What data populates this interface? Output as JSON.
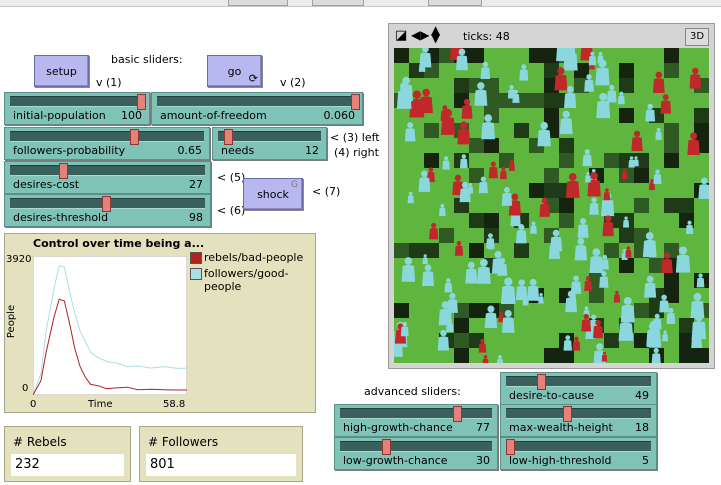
{
  "buttons": {
    "setup": "setup",
    "go": "go",
    "shock": "shock",
    "shock_key": "G",
    "three_d": "3D"
  },
  "labels": {
    "basic_sliders": "basic sliders:",
    "advanced_sliders": "advanced sliders:",
    "v1": "v (1)",
    "v2": "v (2)",
    "note3": "< (3) left",
    "note4": "(4) right",
    "note5": "< (5)",
    "note6": "< (6)",
    "note7": "< (7)"
  },
  "sliders": {
    "initial_population": {
      "label": "initial-population",
      "value": "100",
      "fraction": 0.98
    },
    "amount_of_freedom": {
      "label": "amount-of-freedom",
      "value": "0.060",
      "fraction": 0.99
    },
    "followers_probability": {
      "label": "followers-probability",
      "value": "0.65",
      "fraction": 0.64
    },
    "needs": {
      "label": "needs",
      "value": "12",
      "fraction": 0.1
    },
    "desires_cost": {
      "label": "desires-cost",
      "value": "27",
      "fraction": 0.27
    },
    "desires_threshold": {
      "label": "desires-threshold",
      "value": "98",
      "fraction": 0.49
    },
    "desire_to_cause": {
      "label": "desire-to-cause",
      "value": "49",
      "fraction": 0.24
    },
    "high_growth_chance": {
      "label": "high-growth-chance",
      "value": "77",
      "fraction": 0.77
    },
    "max_wealth_height": {
      "label": "max-wealth-height",
      "value": "18",
      "fraction": 0.42
    },
    "low_growth_chance": {
      "label": "low-growth-chance",
      "value": "30",
      "fraction": 0.3
    },
    "low_high_threshold": {
      "label": "low-high-threshold",
      "value": "5",
      "fraction": 0.03
    }
  },
  "world": {
    "ticks_label": "ticks: 48",
    "colors": {
      "grass": "#5fb63e",
      "dark": "#14240f",
      "rebel": "#c0282a",
      "follower": "#8ad8de"
    }
  },
  "plot": {
    "title": "Control over time being a...",
    "ylabel": "People",
    "xlabel": "Time",
    "ymax_label": "3920",
    "ymin_label": "0",
    "xmin_label": "0",
    "xmax_label": "58.8"
  },
  "chart_data": {
    "type": "line",
    "title": "Control over time being a...",
    "xlabel": "Time",
    "ylabel": "People",
    "xlim": [
      0,
      58.8
    ],
    "ylim": [
      0,
      3920
    ],
    "series": [
      {
        "name": "rebels/bad-people",
        "color": "#b22020",
        "x": [
          0,
          3,
          5,
          8,
          10,
          12,
          14,
          16,
          18,
          20,
          22,
          25,
          28,
          32,
          36,
          40,
          45,
          50,
          55,
          58.8
        ],
        "y": [
          0,
          400,
          1200,
          2200,
          2700,
          2650,
          2000,
          1300,
          800,
          500,
          300,
          260,
          180,
          200,
          220,
          150,
          160,
          150,
          140,
          140
        ]
      },
      {
        "name": "followers/good-people",
        "color": "#a8e0e4",
        "x": [
          0,
          3,
          5,
          8,
          10,
          12,
          14,
          16,
          18,
          20,
          22,
          25,
          28,
          32,
          36,
          40,
          45,
          50,
          55,
          58.8
        ],
        "y": [
          0,
          600,
          1800,
          3000,
          3650,
          3600,
          2900,
          2300,
          1800,
          1500,
          1200,
          1050,
          950,
          900,
          800,
          820,
          760,
          800,
          750,
          760
        ]
      }
    ]
  },
  "monitors": {
    "rebels": {
      "label": "# Rebels",
      "value": "232"
    },
    "followers": {
      "label": "# Followers",
      "value": "801"
    }
  }
}
